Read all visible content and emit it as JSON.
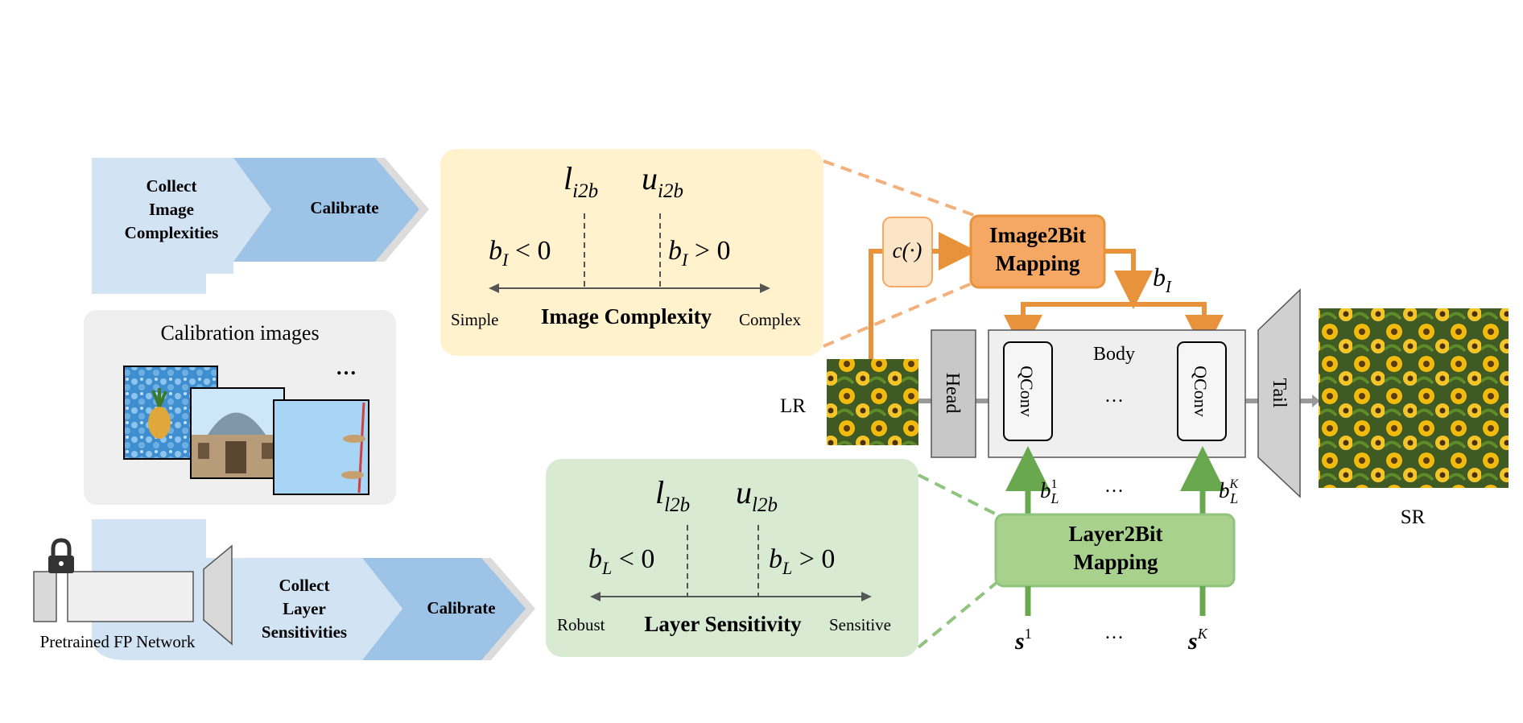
{
  "top_flow": {
    "step1": [
      "Collect",
      "Image",
      "Complexities"
    ],
    "step2": "Calibrate"
  },
  "calibration": {
    "title": "Calibration images",
    "ellipsis": "…"
  },
  "bottom_flow": {
    "network_label": "Pretrained FP Network",
    "step1": [
      "Collect",
      "Layer",
      "Sensitivities"
    ],
    "step2": "Calibrate"
  },
  "image_complexity_panel": {
    "lower": "l",
    "lower_sub": "i2b",
    "upper": "u",
    "upper_sub": "i2b",
    "left_cond_var": "b",
    "left_cond_sub": "I",
    "left_cond_rel": " < 0",
    "right_cond_var": "b",
    "right_cond_sub": "I",
    "right_cond_rel": " > 0",
    "axis_title": "Image Complexity",
    "left_end": "Simple",
    "right_end": "Complex"
  },
  "layer_sensitivity_panel": {
    "lower": "l",
    "lower_sub": "l2b",
    "upper": "u",
    "upper_sub": "l2b",
    "left_cond_var": "b",
    "left_cond_sub": "L",
    "left_cond_rel": " < 0",
    "right_cond_var": "b",
    "right_cond_sub": "L",
    "right_cond_rel": " > 0",
    "axis_title": "Layer Sensitivity",
    "left_end": "Robust",
    "right_end": "Sensitive"
  },
  "network": {
    "complexity_fn": "c(·)",
    "image2bit": [
      "Image2Bit",
      "Mapping"
    ],
    "bit_image_var": "b",
    "bit_image_sub": "I",
    "lr_label": "LR",
    "head": "Head",
    "body": "Body",
    "qconv": "QConv",
    "body_dots": "…",
    "tail": "Tail",
    "sr_label": "SR",
    "layer2bit": [
      "Layer2Bit",
      "Mapping"
    ],
    "bit_layer_var": "b",
    "bit_layer_sub": "L",
    "bit_layer_first_sup": "1",
    "bit_layer_last_sup": "K",
    "bit_dots": "…",
    "s_var": "s",
    "s_first_sup": "1",
    "s_last_sup": "K",
    "s_dots": "…"
  },
  "colors": {
    "light_blue": "#d2e3f3",
    "mid_blue": "#9dc3e6",
    "yellow_panel": "#fff2cc",
    "green_panel": "#d9ead3",
    "orange": "#e8923c",
    "orange_box": "#f4a864",
    "green": "#6aa84f",
    "green_box": "#a9d18e",
    "gray_panel": "#efefef"
  }
}
